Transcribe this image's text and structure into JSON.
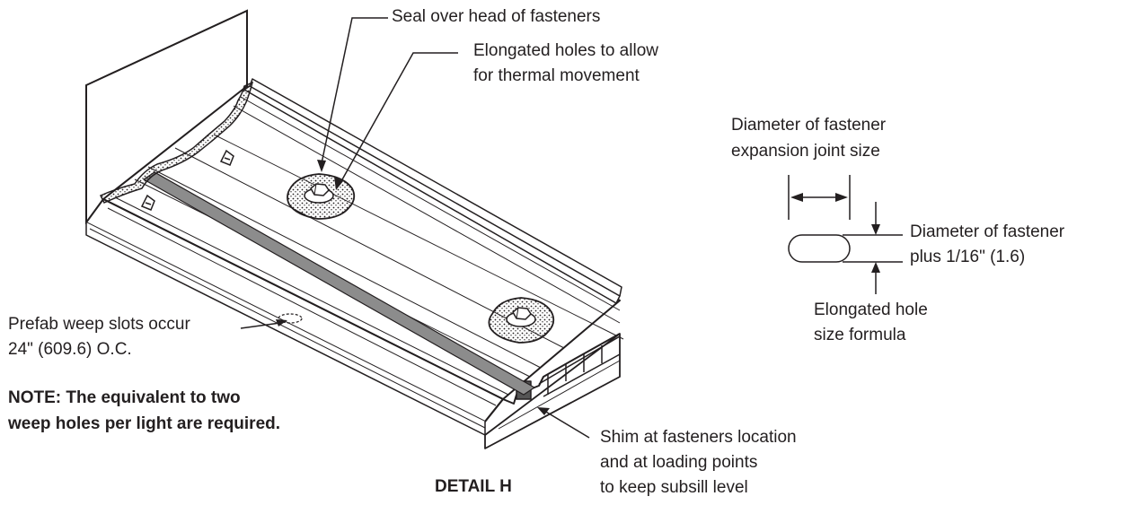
{
  "labels": {
    "seal_over_head": "Seal over head of fasteners",
    "elongated_holes_1": "Elongated holes to allow",
    "elongated_holes_2": "for thermal movement",
    "diameter_expansion_1": "Diameter of fastener",
    "diameter_expansion_2": "expansion joint size",
    "diameter_plus_1": "Diameter of fastener",
    "diameter_plus_2": "plus 1/16\" (1.6)",
    "hole_formula_1": "Elongated hole",
    "hole_formula_2": "size formula",
    "weep_slots_1": "Prefab weep slots occur",
    "weep_slots_2": "24\" (609.6) O.C.",
    "shim_1": "Shim at fasteners location",
    "shim_2": "and at loading points",
    "shim_3": "to keep subsill level"
  },
  "note": {
    "line1": "NOTE: The equivalent to two",
    "line2": "weep holes per light are required."
  },
  "title": "DETAIL H",
  "colors": {
    "ink": "#231f20",
    "seal_tape": "#8c8c8c",
    "background": "#ffffff"
  }
}
